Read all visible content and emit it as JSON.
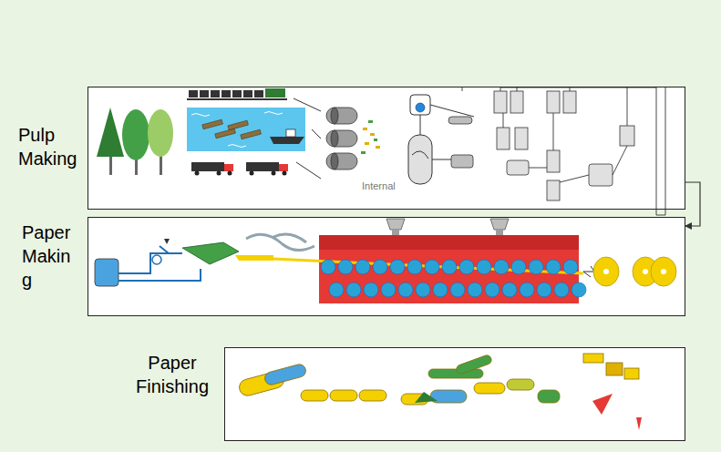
{
  "diagram": {
    "nodes": [
      {
        "text": [
          "Pulp Making"
        ]
      },
      {
        "text": [
          "Paper Makin g"
        ]
      },
      {
        "text": [
          "Paper Finishing"
        ]
      }
    ],
    "edges": [
      {
        "from": 0,
        "to": 1,
        "arrow": "to"
      }
    ],
    "labels": [
      "Internal"
    ]
  }
}
